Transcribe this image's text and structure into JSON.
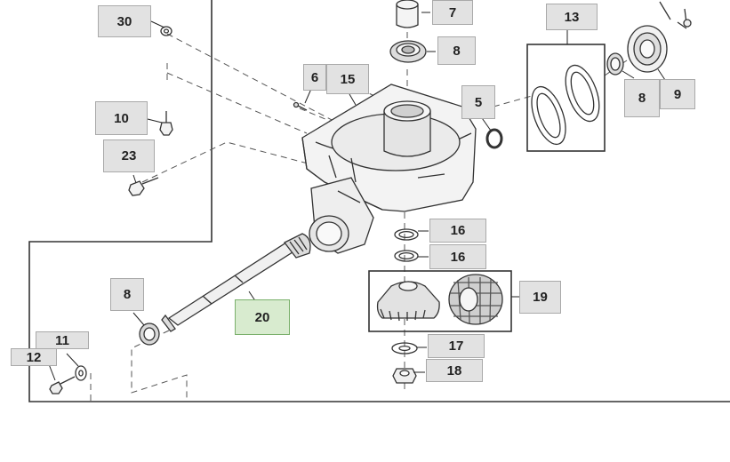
{
  "diagram": {
    "colors": {
      "callout_fill": "#e2e2e2",
      "callout_border": "#a9a9a9",
      "highlight_fill": "#d8ebcf",
      "highlight_border": "#7ab06b",
      "line": "#333333"
    },
    "callouts": {
      "c30": "30",
      "c7": "7",
      "c8_top": "8",
      "c13": "13",
      "c6": "6",
      "c15": "15",
      "c10": "10",
      "c5": "5",
      "c8_right": "8",
      "c9": "9",
      "c23": "23",
      "c16_a": "16",
      "c16_b": "16",
      "c8_left": "8",
      "c20": "20",
      "c19": "19",
      "c11": "11",
      "c12": "12",
      "c17": "17",
      "c18": "18"
    },
    "highlighted_part": "20"
  }
}
